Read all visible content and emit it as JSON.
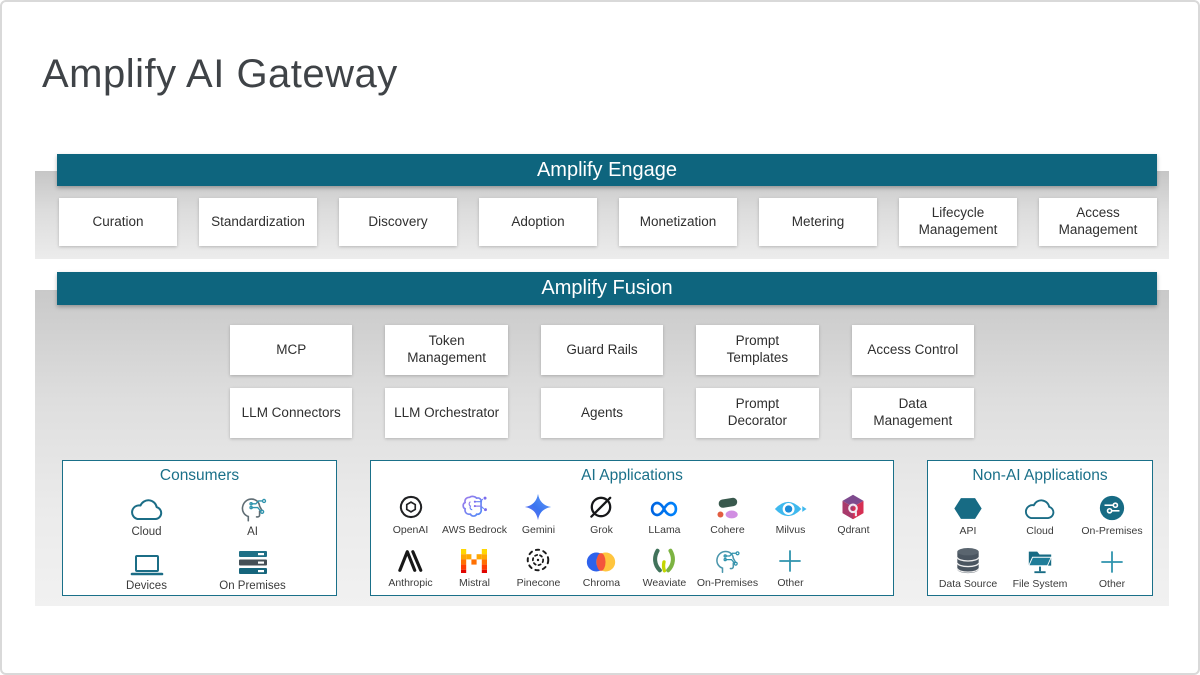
{
  "title": "Amplify AI Gateway",
  "colors": {
    "teal": "#0e657e",
    "panel_teal": "#1a7089",
    "icon_teal": "#176b84",
    "accent_teal": "#2f93ad",
    "band_top": "#c9c9c9",
    "band_bottom": "#f1f1f1"
  },
  "engage": {
    "banner": "Amplify Engage",
    "items": [
      "Curation",
      "Standardization",
      "Discovery",
      "Adoption",
      "Monetization",
      "Metering",
      "Lifecycle Management",
      "Access Management"
    ]
  },
  "fusion": {
    "banner": "Amplify Fusion",
    "rows": [
      [
        "MCP",
        "Token Management",
        "Guard Rails",
        "Prompt Templates",
        "Access Control"
      ],
      [
        "LLM Connectors",
        "LLM Orchestrator",
        "Agents",
        "Prompt Decorator",
        "Data Management"
      ]
    ]
  },
  "consumers": {
    "title": "Consumers",
    "items": [
      {
        "icon": "cloud-icon",
        "label": "Cloud"
      },
      {
        "icon": "ai-head-icon",
        "label": "AI"
      },
      {
        "icon": "laptop-icon",
        "label": "Devices"
      },
      {
        "icon": "server-stack-icon",
        "label": "On Premises"
      }
    ]
  },
  "ai_applications": {
    "title": "AI Applications",
    "row1": [
      {
        "icon": "openai-icon",
        "label": "OpenAI"
      },
      {
        "icon": "aws-bedrock-icon",
        "label": "AWS Bedrock"
      },
      {
        "icon": "gemini-icon",
        "label": "Gemini"
      },
      {
        "icon": "grok-icon",
        "label": "Grok"
      },
      {
        "icon": "llama-icon",
        "label": "LLama"
      },
      {
        "icon": "cohere-icon",
        "label": "Cohere"
      },
      {
        "icon": "milvus-icon",
        "label": "Milvus"
      },
      {
        "icon": "qdrant-icon",
        "label": "Qdrant"
      }
    ],
    "row2": [
      {
        "icon": "anthropic-icon",
        "label": "Anthropic"
      },
      {
        "icon": "mistral-icon",
        "label": "Mistral"
      },
      {
        "icon": "pinecone-icon",
        "label": "Pinecone"
      },
      {
        "icon": "chroma-icon",
        "label": "Chroma"
      },
      {
        "icon": "weaviate-icon",
        "label": "Weaviate"
      },
      {
        "icon": "on-premises-head-icon",
        "label": "On-Premises"
      },
      {
        "icon": "plus-icon",
        "label": "Other"
      }
    ]
  },
  "non_ai_applications": {
    "title": "Non-AI Applications",
    "items": [
      {
        "icon": "api-hexagon-icon",
        "label": "API"
      },
      {
        "icon": "cloud-icon",
        "label": "Cloud"
      },
      {
        "icon": "on-premises-circuit-icon",
        "label": "On-Premises"
      },
      {
        "icon": "database-icon",
        "label": "Data Source"
      },
      {
        "icon": "file-system-icon",
        "label": "File System"
      },
      {
        "icon": "plus-icon",
        "label": "Other"
      }
    ]
  }
}
